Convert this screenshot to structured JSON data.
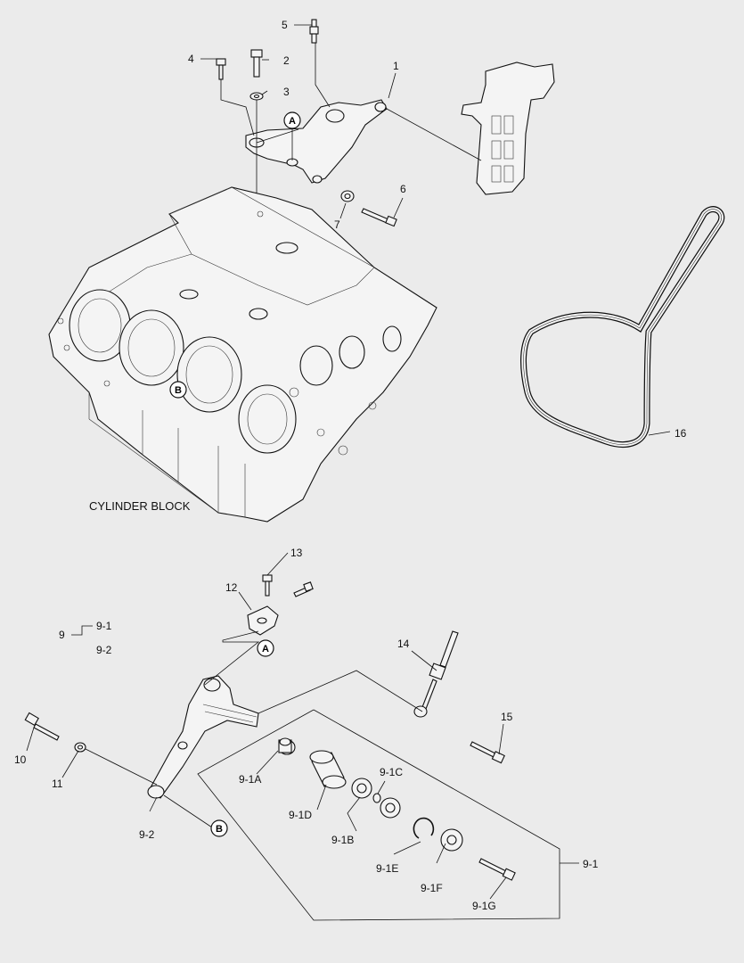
{
  "labels": {
    "p1": "1",
    "p2": "2",
    "p3": "3",
    "p4": "4",
    "p5": "5",
    "p6": "6",
    "p7": "7",
    "p9": "9",
    "p9_1": "9-1",
    "p9_2": "9-2",
    "p10": "10",
    "p11": "11",
    "p12": "12",
    "p13": "13",
    "p14": "14",
    "p15": "15",
    "p16": "16",
    "p9_1A": "9-1A",
    "p9_1B": "9-1B",
    "p9_1C": "9-1C",
    "p9_1D": "9-1D",
    "p9_1E": "9-1E",
    "p9_1F": "9-1F",
    "p9_1G": "9-1G",
    "p9_1_group": "9-1",
    "p9_2_bottom": "9-2"
  },
  "callouts": {
    "A": "A",
    "B": "B"
  },
  "caption": "CYLINDER BLOCK"
}
